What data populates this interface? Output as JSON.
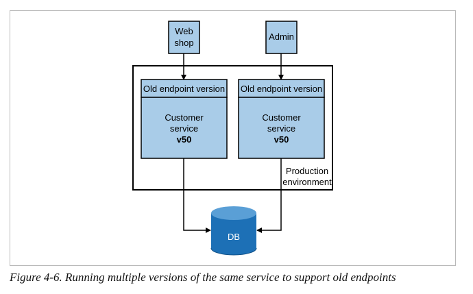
{
  "top_fragment": "",
  "clients": {
    "webshop_line1": "Web",
    "webshop_line2": "shop",
    "admin": "Admin"
  },
  "services": [
    {
      "header": "Old endpoint version",
      "line1": "Customer",
      "line2": "service",
      "version": "v50"
    },
    {
      "header": "Old endpoint version",
      "line1": "Customer",
      "line2": "service",
      "version": "v50"
    }
  ],
  "environment": {
    "line1": "Production",
    "line2": "environment"
  },
  "database": {
    "label": "DB"
  },
  "caption": "Figure 4-6. Running multiple versions of the same service to support old endpoints",
  "colors": {
    "box_fill": "#a9cce8",
    "db_fill": "#1d70b6",
    "db_top": "#5a9fd6"
  }
}
